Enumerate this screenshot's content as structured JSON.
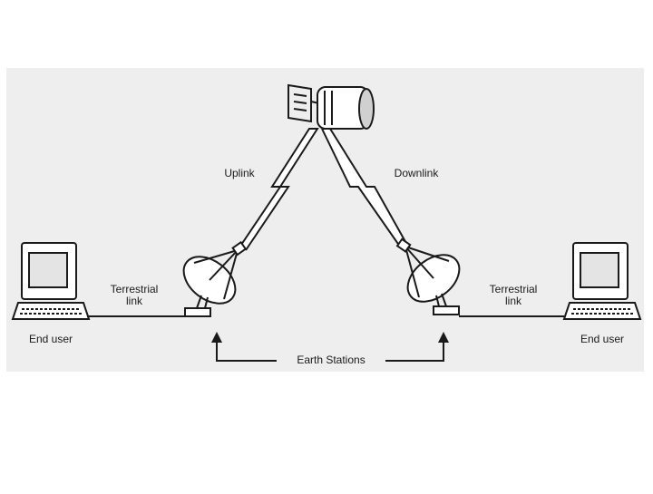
{
  "diagram": {
    "labels": {
      "uplink": "Uplink",
      "downlink": "Downlink",
      "terrestrial_left_line1": "Terrestrial",
      "terrestrial_left_line2": "link",
      "terrestrial_right_line1": "Terrestrial",
      "terrestrial_right_line2": "link",
      "end_user_left": "End user",
      "end_user_right": "End user",
      "earth_stations": "Earth Stations"
    },
    "icons": [
      "satellite-icon",
      "satellite-dish-icon",
      "computer-terminal-icon",
      "lightning-link-icon",
      "arrow-up-icon"
    ],
    "colors": {
      "ink": "#1a1a1a",
      "panel": "#eeeeee",
      "paper": "#ffffff"
    }
  }
}
